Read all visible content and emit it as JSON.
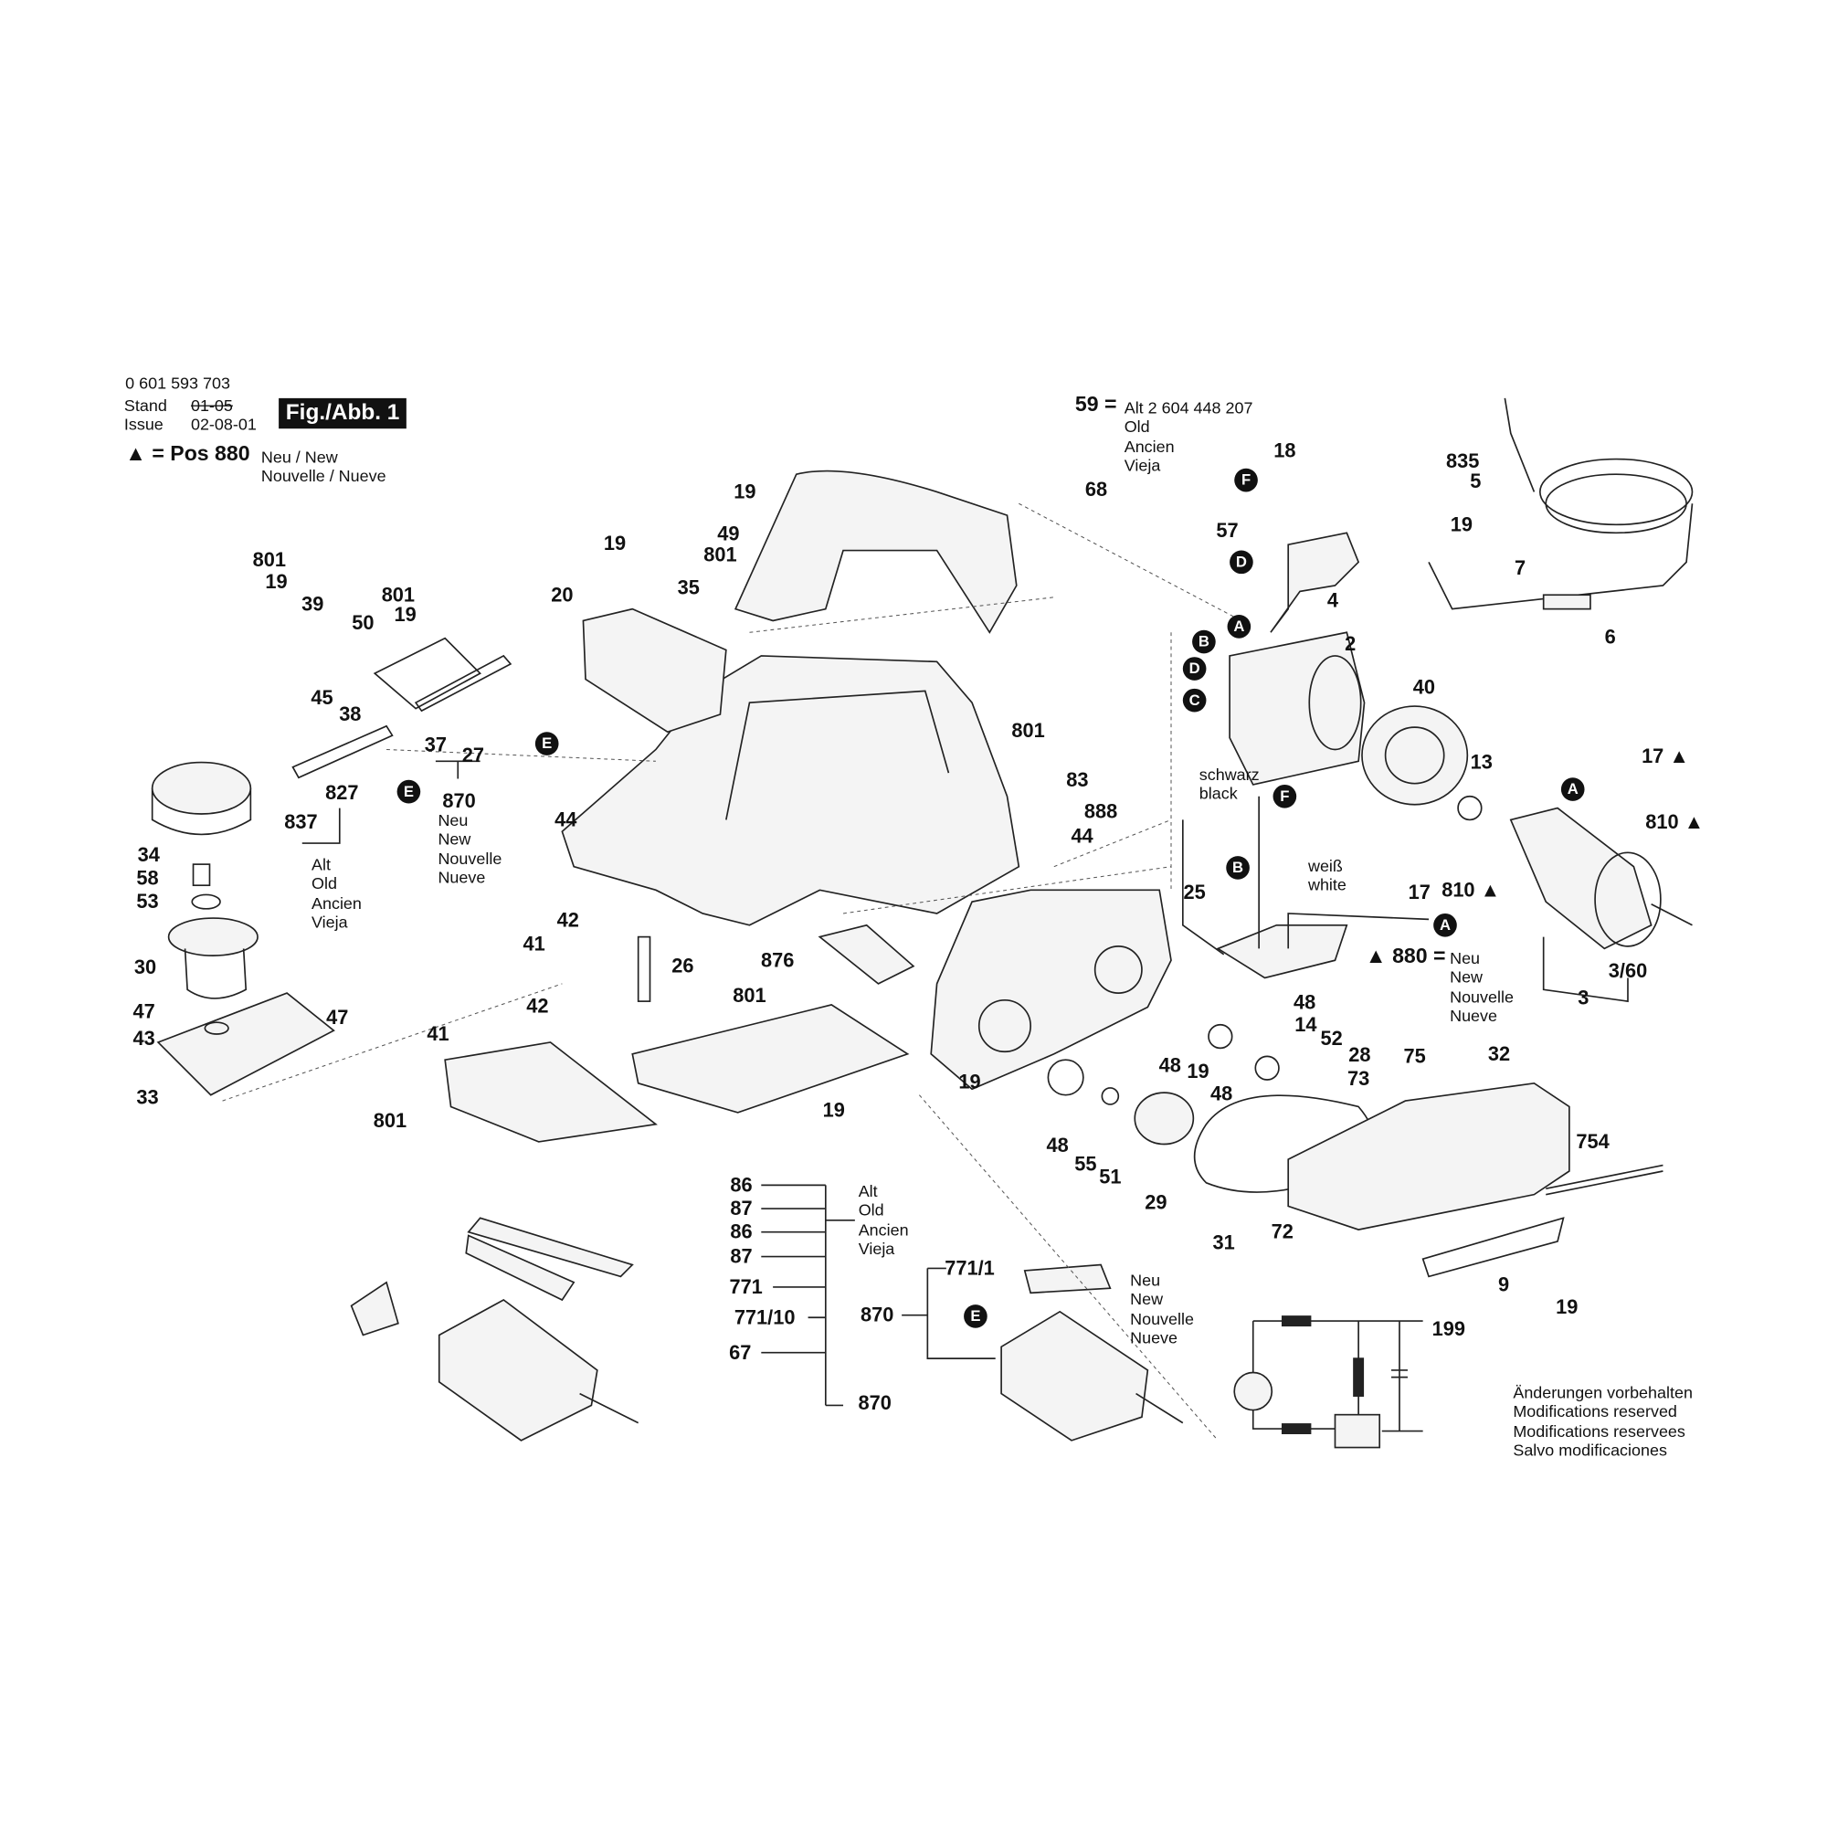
{
  "header": {
    "part_number": "0 601 593 703",
    "stand_label": "Stand",
    "issue_label": "Issue",
    "old_date": "01-05",
    "issue_date": "02-08-01",
    "figure": "Fig./Abb. 1",
    "legend_symbol": "▲ = Pos 880",
    "legend_text": [
      "Neu / New",
      "Nouvelle / Nueve"
    ]
  },
  "note_59": {
    "label": "59 =",
    "lines": [
      "Alt 2 604 448 207",
      "Old",
      "Ancien",
      "Vieja"
    ]
  },
  "wire_labels": {
    "black": [
      "schwarz",
      "black"
    ],
    "white": [
      "weiß",
      "white"
    ]
  },
  "pos880": {
    "label": "▲ 880 =",
    "lines": [
      "Neu",
      "New",
      "Nouvelle",
      "Nueve"
    ]
  },
  "old_group": [
    "Alt",
    "Old",
    "Ancien",
    "Vieja"
  ],
  "new_group": [
    "Neu",
    "New",
    "Nouvelle",
    "Nueve"
  ],
  "footer": [
    "Änderungen vorbehalten",
    "Modifications reserved",
    "Modifications reservees",
    "Salvo modificaciones"
  ],
  "connectors": [
    "F",
    "D",
    "A",
    "B",
    "D",
    "C",
    "E",
    "E",
    "F",
    "B",
    "A",
    "A",
    "E"
  ],
  "callouts": [
    "19",
    "49",
    "801",
    "19",
    "35",
    "20",
    "801",
    "19",
    "39",
    "801",
    "19",
    "50",
    "45",
    "38",
    "37",
    "27",
    "870",
    "827",
    "837",
    "34",
    "58",
    "53",
    "30",
    "47",
    "47",
    "43",
    "33",
    "44",
    "42",
    "41",
    "42",
    "41",
    "26",
    "876",
    "801",
    "19",
    "801",
    "801",
    "83",
    "888",
    "44",
    "68",
    "18",
    "57",
    "4",
    "835",
    "5",
    "19",
    "7",
    "6",
    "2",
    "40",
    "13",
    "17 ▲",
    "810 ▲",
    "17",
    "810 ▲",
    "3/60",
    "3",
    "25",
    "48",
    "14",
    "52",
    "28",
    "73",
    "19",
    "48",
    "19",
    "48",
    "75",
    "32",
    "48",
    "55",
    "51",
    "29",
    "31",
    "72",
    "754",
    "9",
    "19",
    "199",
    "86",
    "87",
    "86",
    "87",
    "771",
    "771/10",
    "67",
    "870",
    "771/1",
    "870"
  ]
}
